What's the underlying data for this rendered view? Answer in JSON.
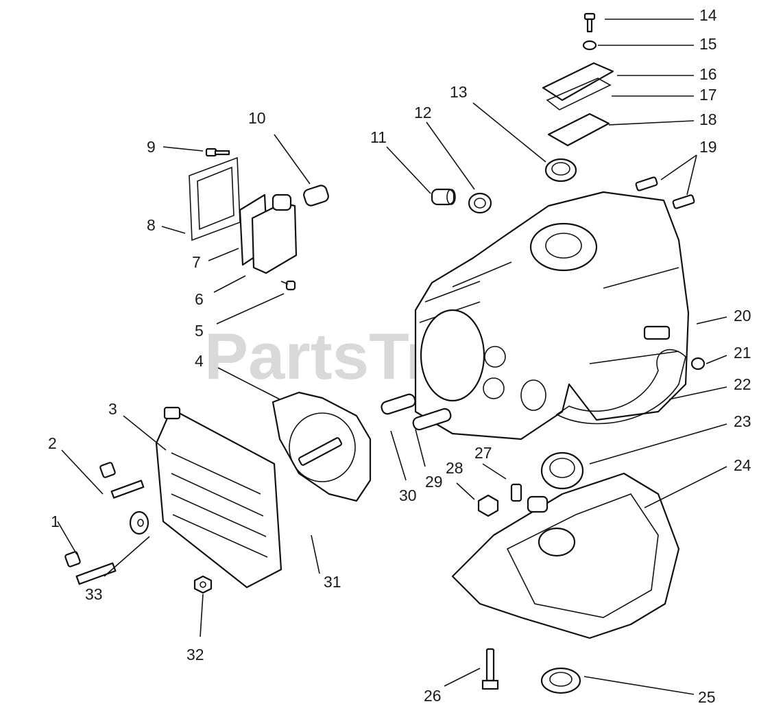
{
  "watermark": "PartsTree",
  "callouts": [
    "1",
    "2",
    "3",
    "4",
    "5",
    "6",
    "7",
    "8",
    "9",
    "10",
    "11",
    "12",
    "13",
    "14",
    "15",
    "16",
    "17",
    "18",
    "19",
    "20",
    "21",
    "22",
    "23",
    "24",
    "25",
    "26",
    "27",
    "28",
    "29",
    "30",
    "31",
    "32",
    "33"
  ],
  "colors": {
    "line": "#111111",
    "background": "#ffffff",
    "watermark": "#d9d9d9"
  }
}
